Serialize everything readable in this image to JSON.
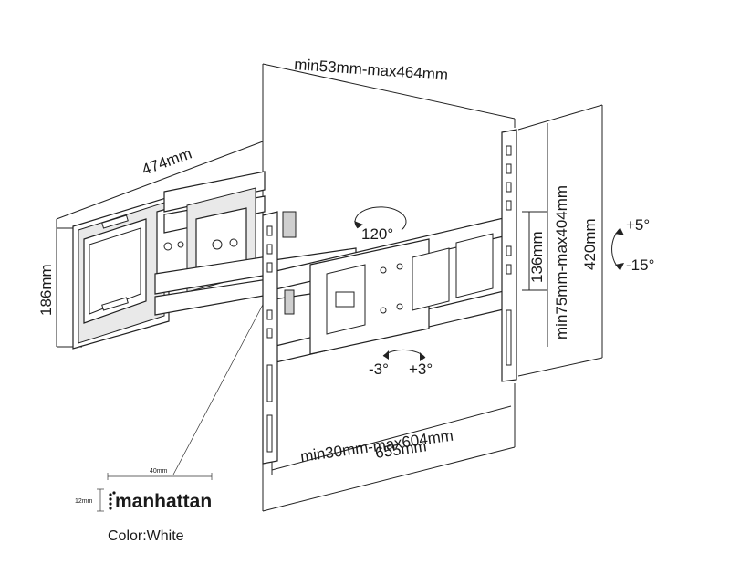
{
  "dimensions": {
    "arm_extension": "min53mm-max464mm",
    "arm_length": "474mm",
    "wall_plate_height": "186mm",
    "vesa_horizontal": "min30mm-max604mm",
    "overall_width": "655mm",
    "vesa_vertical": "min75mm-max404mm",
    "overall_height": "420mm",
    "center_spacing": "136mm"
  },
  "rotation": {
    "swivel": "120°",
    "level_minus": "-3°",
    "level_plus": "+3°",
    "tilt_up": "+5°",
    "tilt_down": "-15°"
  },
  "logo": {
    "brand": "manhattan",
    "width_label": "40mm",
    "height_label": "12mm"
  },
  "color_label": "Color:White"
}
